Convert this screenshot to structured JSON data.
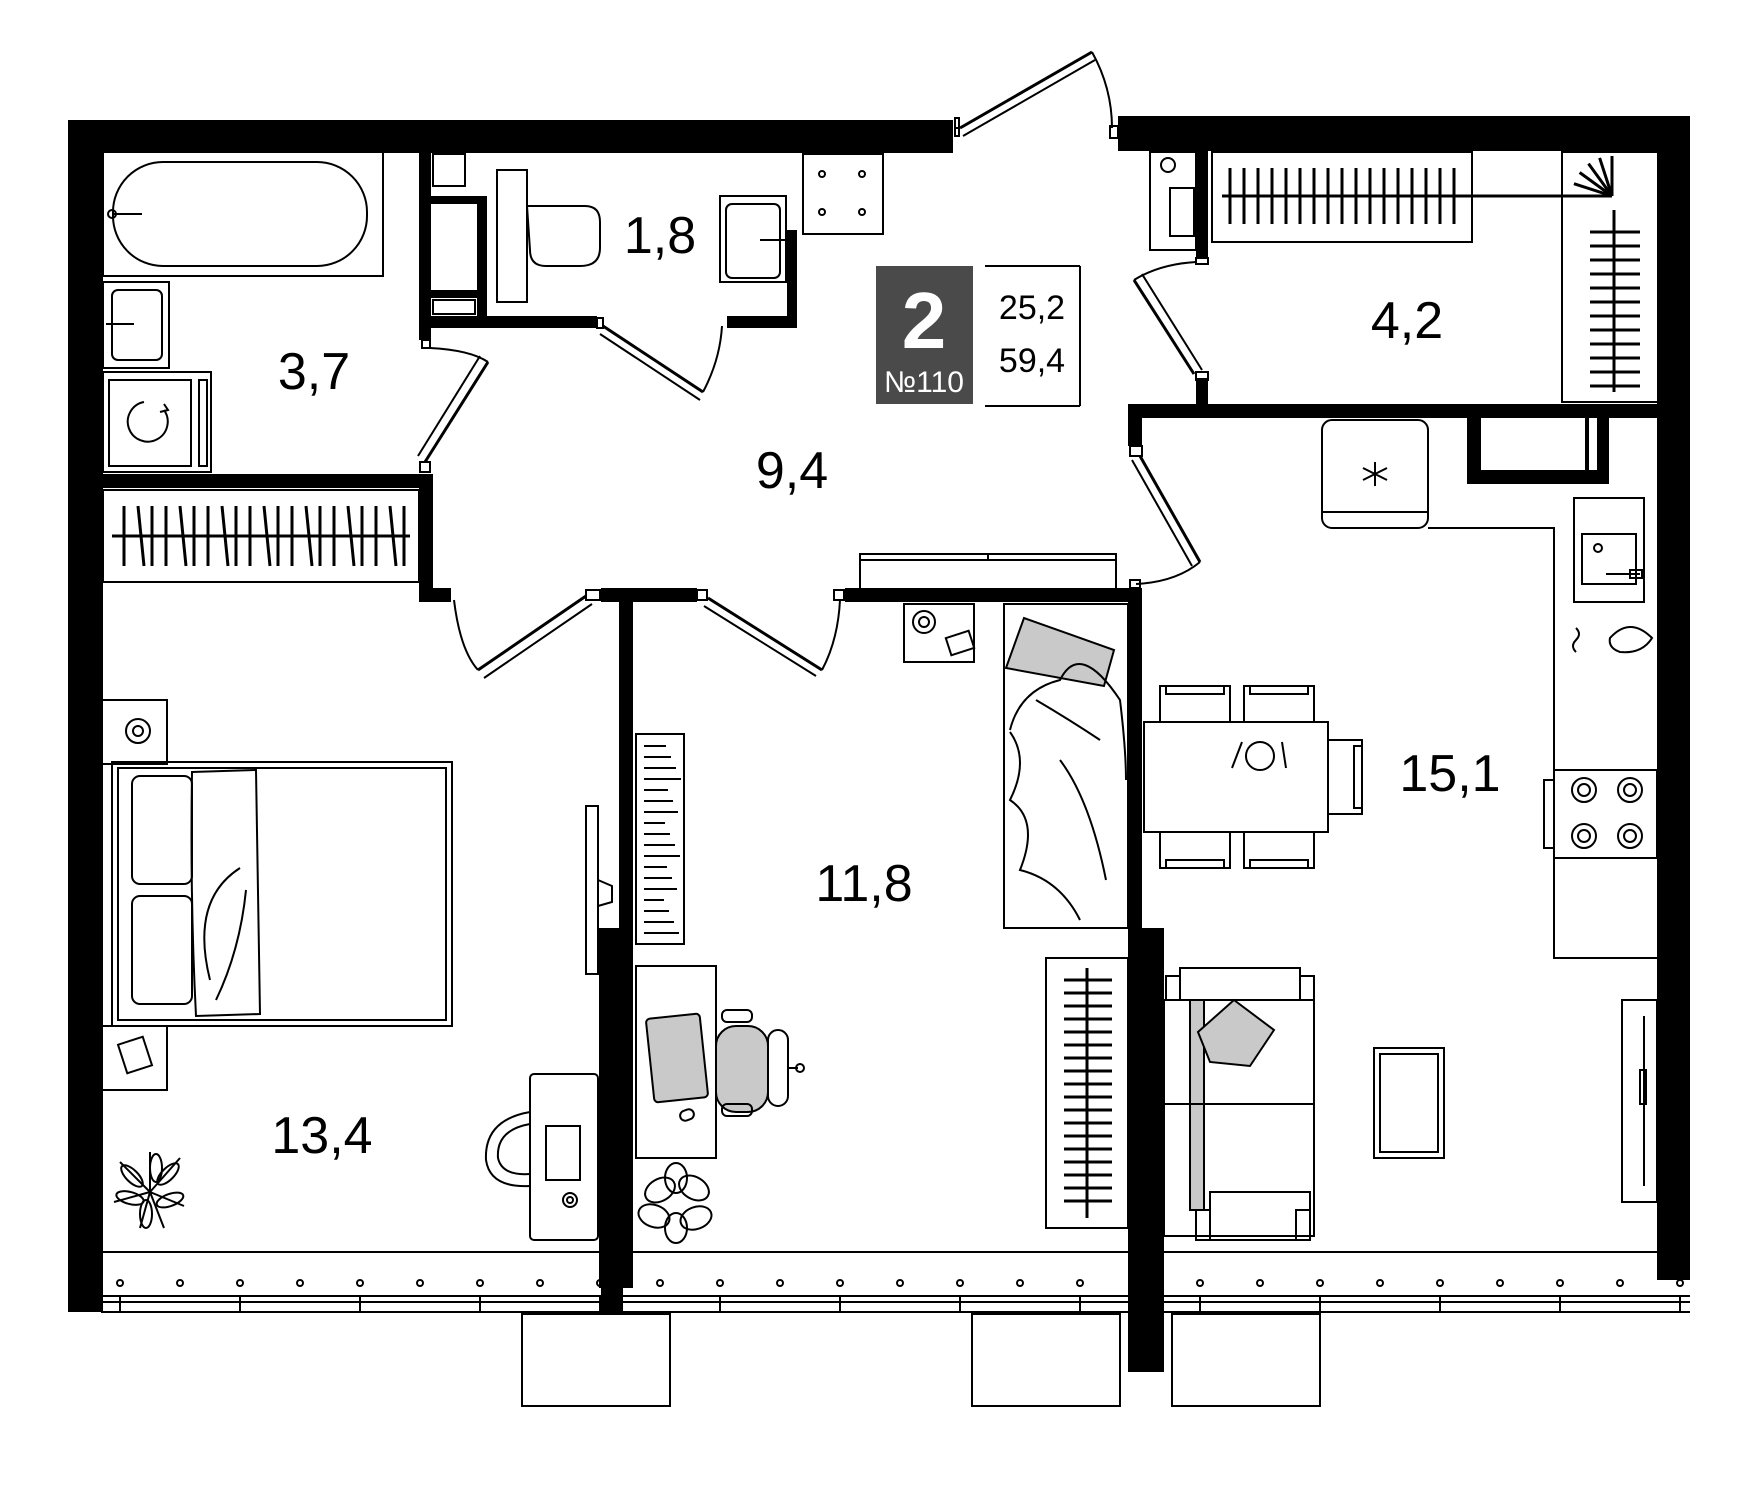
{
  "apartment": {
    "rooms_count": "2",
    "number": "№110",
    "living_area": "25,2",
    "total_area": "59,4",
    "badge_color": "#4a4a4a"
  },
  "rooms": {
    "bathroom": "3,7",
    "toilet": "1,8",
    "hall": "9,4",
    "storage": "4,2",
    "bedroom": "13,4",
    "study": "11,8",
    "kitchen_living": "15,1"
  },
  "colors": {
    "wall": "#000000",
    "furniture_fill": "#c9c9c9",
    "background": "#ffffff"
  },
  "icons": [
    "bathtub-icon",
    "sink-icon",
    "washing-machine-icon",
    "toilet-icon",
    "wardrobe-icon",
    "bed-icon",
    "desk-icon",
    "office-chair-icon",
    "plant-icon",
    "sofa-icon",
    "dining-table-icon",
    "stove-icon",
    "fridge-icon",
    "tv-icon",
    "radiator-icon"
  ]
}
